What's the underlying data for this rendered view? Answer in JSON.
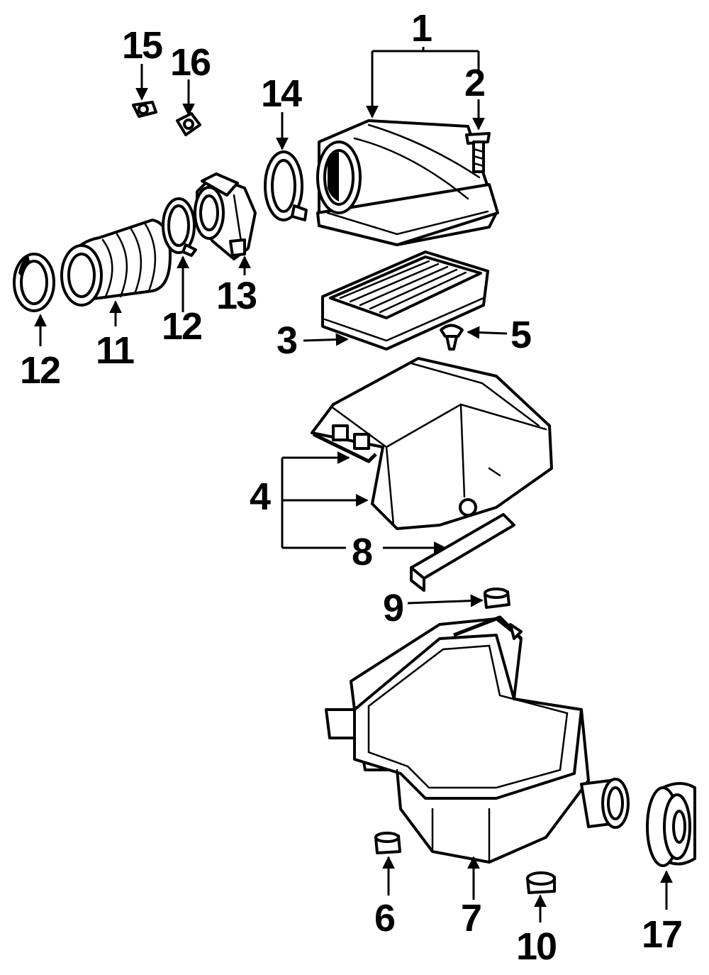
{
  "callouts": {
    "n1": "1",
    "n2": "2",
    "n3": "3",
    "n4": "4",
    "n5": "5",
    "n6": "6",
    "n7": "7",
    "n8": "8",
    "n9": "9",
    "n10": "10",
    "n11": "11",
    "n12a": "12",
    "n12b": "12",
    "n13": "13",
    "n14": "14",
    "n15": "15",
    "n16": "16",
    "n17": "17"
  }
}
